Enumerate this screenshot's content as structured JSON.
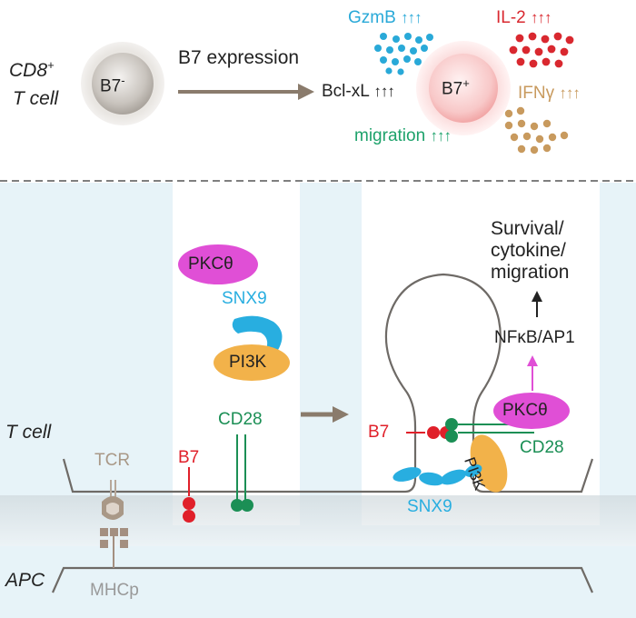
{
  "top_panel": {
    "cell_label_line1": "CD8",
    "cell_label_sup": "+",
    "cell_label_line2": "T cell",
    "b7_minus_base": "B7",
    "b7_minus_sup": "-",
    "arrow_label": "B7 expression",
    "b7_plus_base": "B7",
    "b7_plus_sup": "+",
    "gzmb": {
      "label": "GzmB",
      "arrows": "↑↑↑",
      "color": "#29a9d8"
    },
    "il2": {
      "label": "IL-2",
      "arrows": "↑↑↑",
      "color": "#d9282f"
    },
    "bclxl": {
      "label": "Bcl-xL",
      "arrows": "↑↑↑",
      "color": "#222222"
    },
    "ifng": {
      "label": "IFNγ",
      "arrows": "↑↑↑",
      "color": "#c89a5e"
    },
    "migration": {
      "label": "migration",
      "arrows": "↑↑↑",
      "color": "#1da26b"
    }
  },
  "bottom_panel": {
    "tcell_label": "T cell",
    "apc_label": "APC",
    "tcr_label": "TCR",
    "mhcp_label": "MHCp",
    "b7_left": "B7",
    "cd28_left": "CD28",
    "pkc_left": "PKCθ",
    "snx9_left": "SNX9",
    "pi3k_left": "PI3K",
    "b7_right": "B7",
    "cd28_right": "CD28",
    "pkc_right": "PKCθ",
    "pi3k_right": "PI3K",
    "snx9_right": "SNX9",
    "nfkb": "NFκB/AP1",
    "outcome_line1": "Survival/",
    "outcome_line2": "cytokine/",
    "outcome_line3": "migration"
  },
  "colors": {
    "pkc": "#e04fd6",
    "pi3k": "#f2b24a",
    "snx9": "#28aee0",
    "b7": "#e0202a",
    "cd28": "#1b8f55",
    "bg_blue": "#e7f3f8",
    "gray_arrow": "#8a7b6c"
  }
}
